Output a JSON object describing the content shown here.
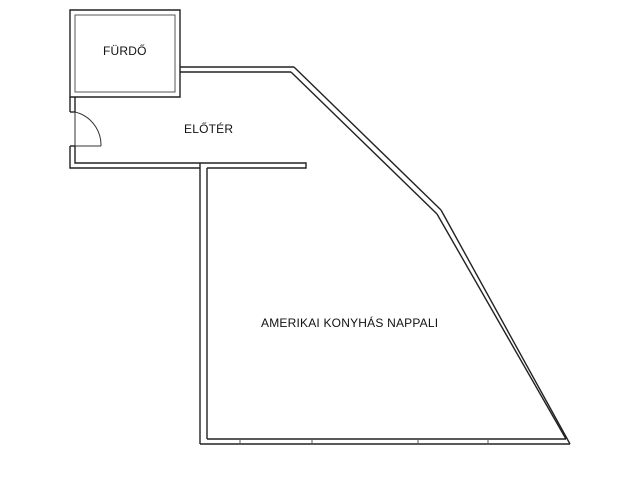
{
  "floorplan": {
    "rooms": [
      {
        "id": "bathroom",
        "label": "FÜRDŐ"
      },
      {
        "id": "hall",
        "label": "ELŐTÉR"
      },
      {
        "id": "living",
        "label": "AMERIKAI KONYHÁS NAPPALI"
      }
    ],
    "colors": {
      "wall": "#222222",
      "background": "#ffffff"
    }
  }
}
